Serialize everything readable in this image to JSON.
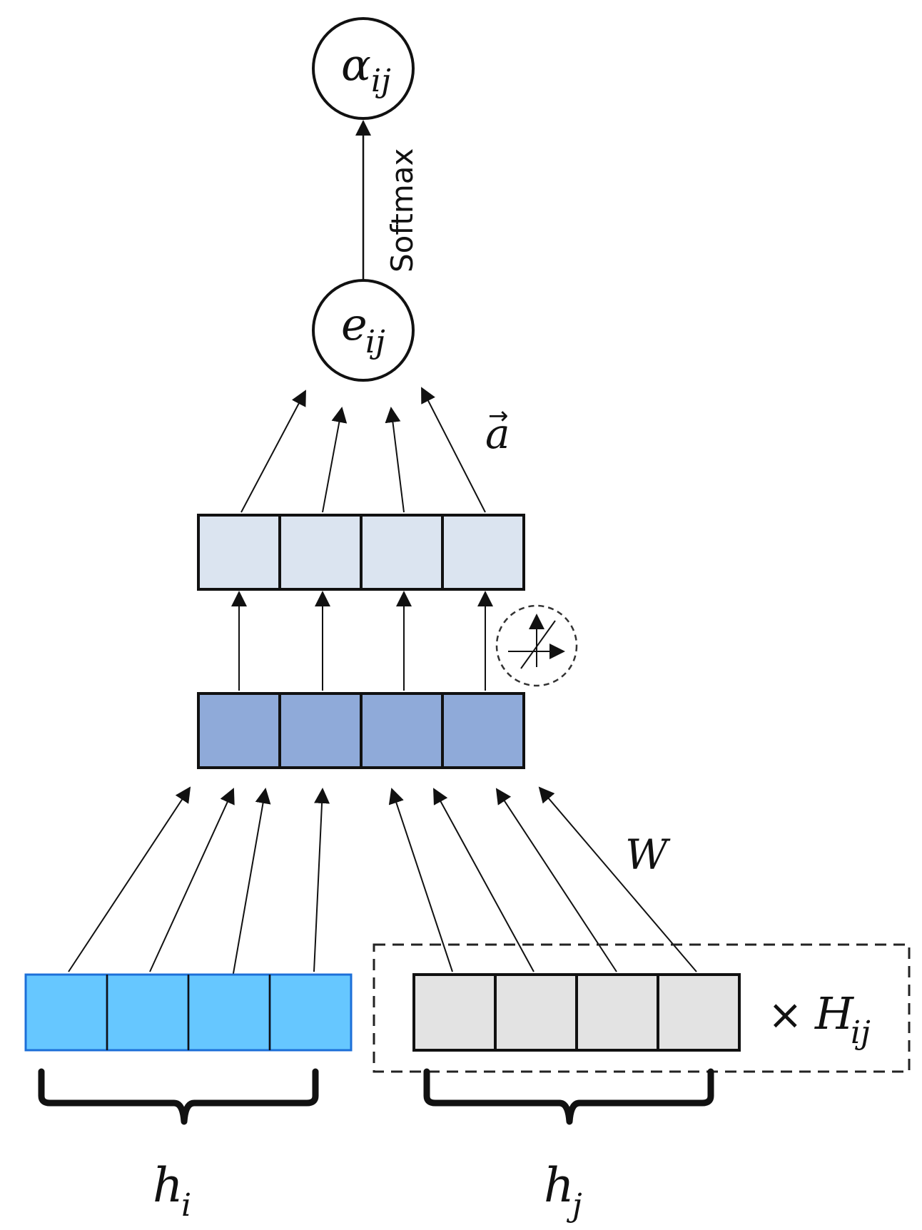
{
  "nodes": {
    "alpha": {
      "symbol": "α",
      "subscript": "ij"
    },
    "e": {
      "symbol": "e",
      "subscript": "ij"
    }
  },
  "labels": {
    "softmax": "Softmax",
    "a_vec_arrow": "→",
    "a_vec": "a",
    "W": "W",
    "times": "×",
    "H": "H",
    "H_sub": "ij",
    "hi": "h",
    "hi_sub": "i",
    "hj": "h",
    "hj_sub": "j"
  },
  "colors": {
    "hi_cells": "#66c7ff",
    "hi_border": "#1c6fd8",
    "hj_cells": "#e3e3e3",
    "transformed_cells": "#8faad9",
    "activated_cells": "#dbe4f0",
    "stroke": "#111111"
  },
  "icons": {
    "activation": "leaky-relu-activation-icon"
  }
}
